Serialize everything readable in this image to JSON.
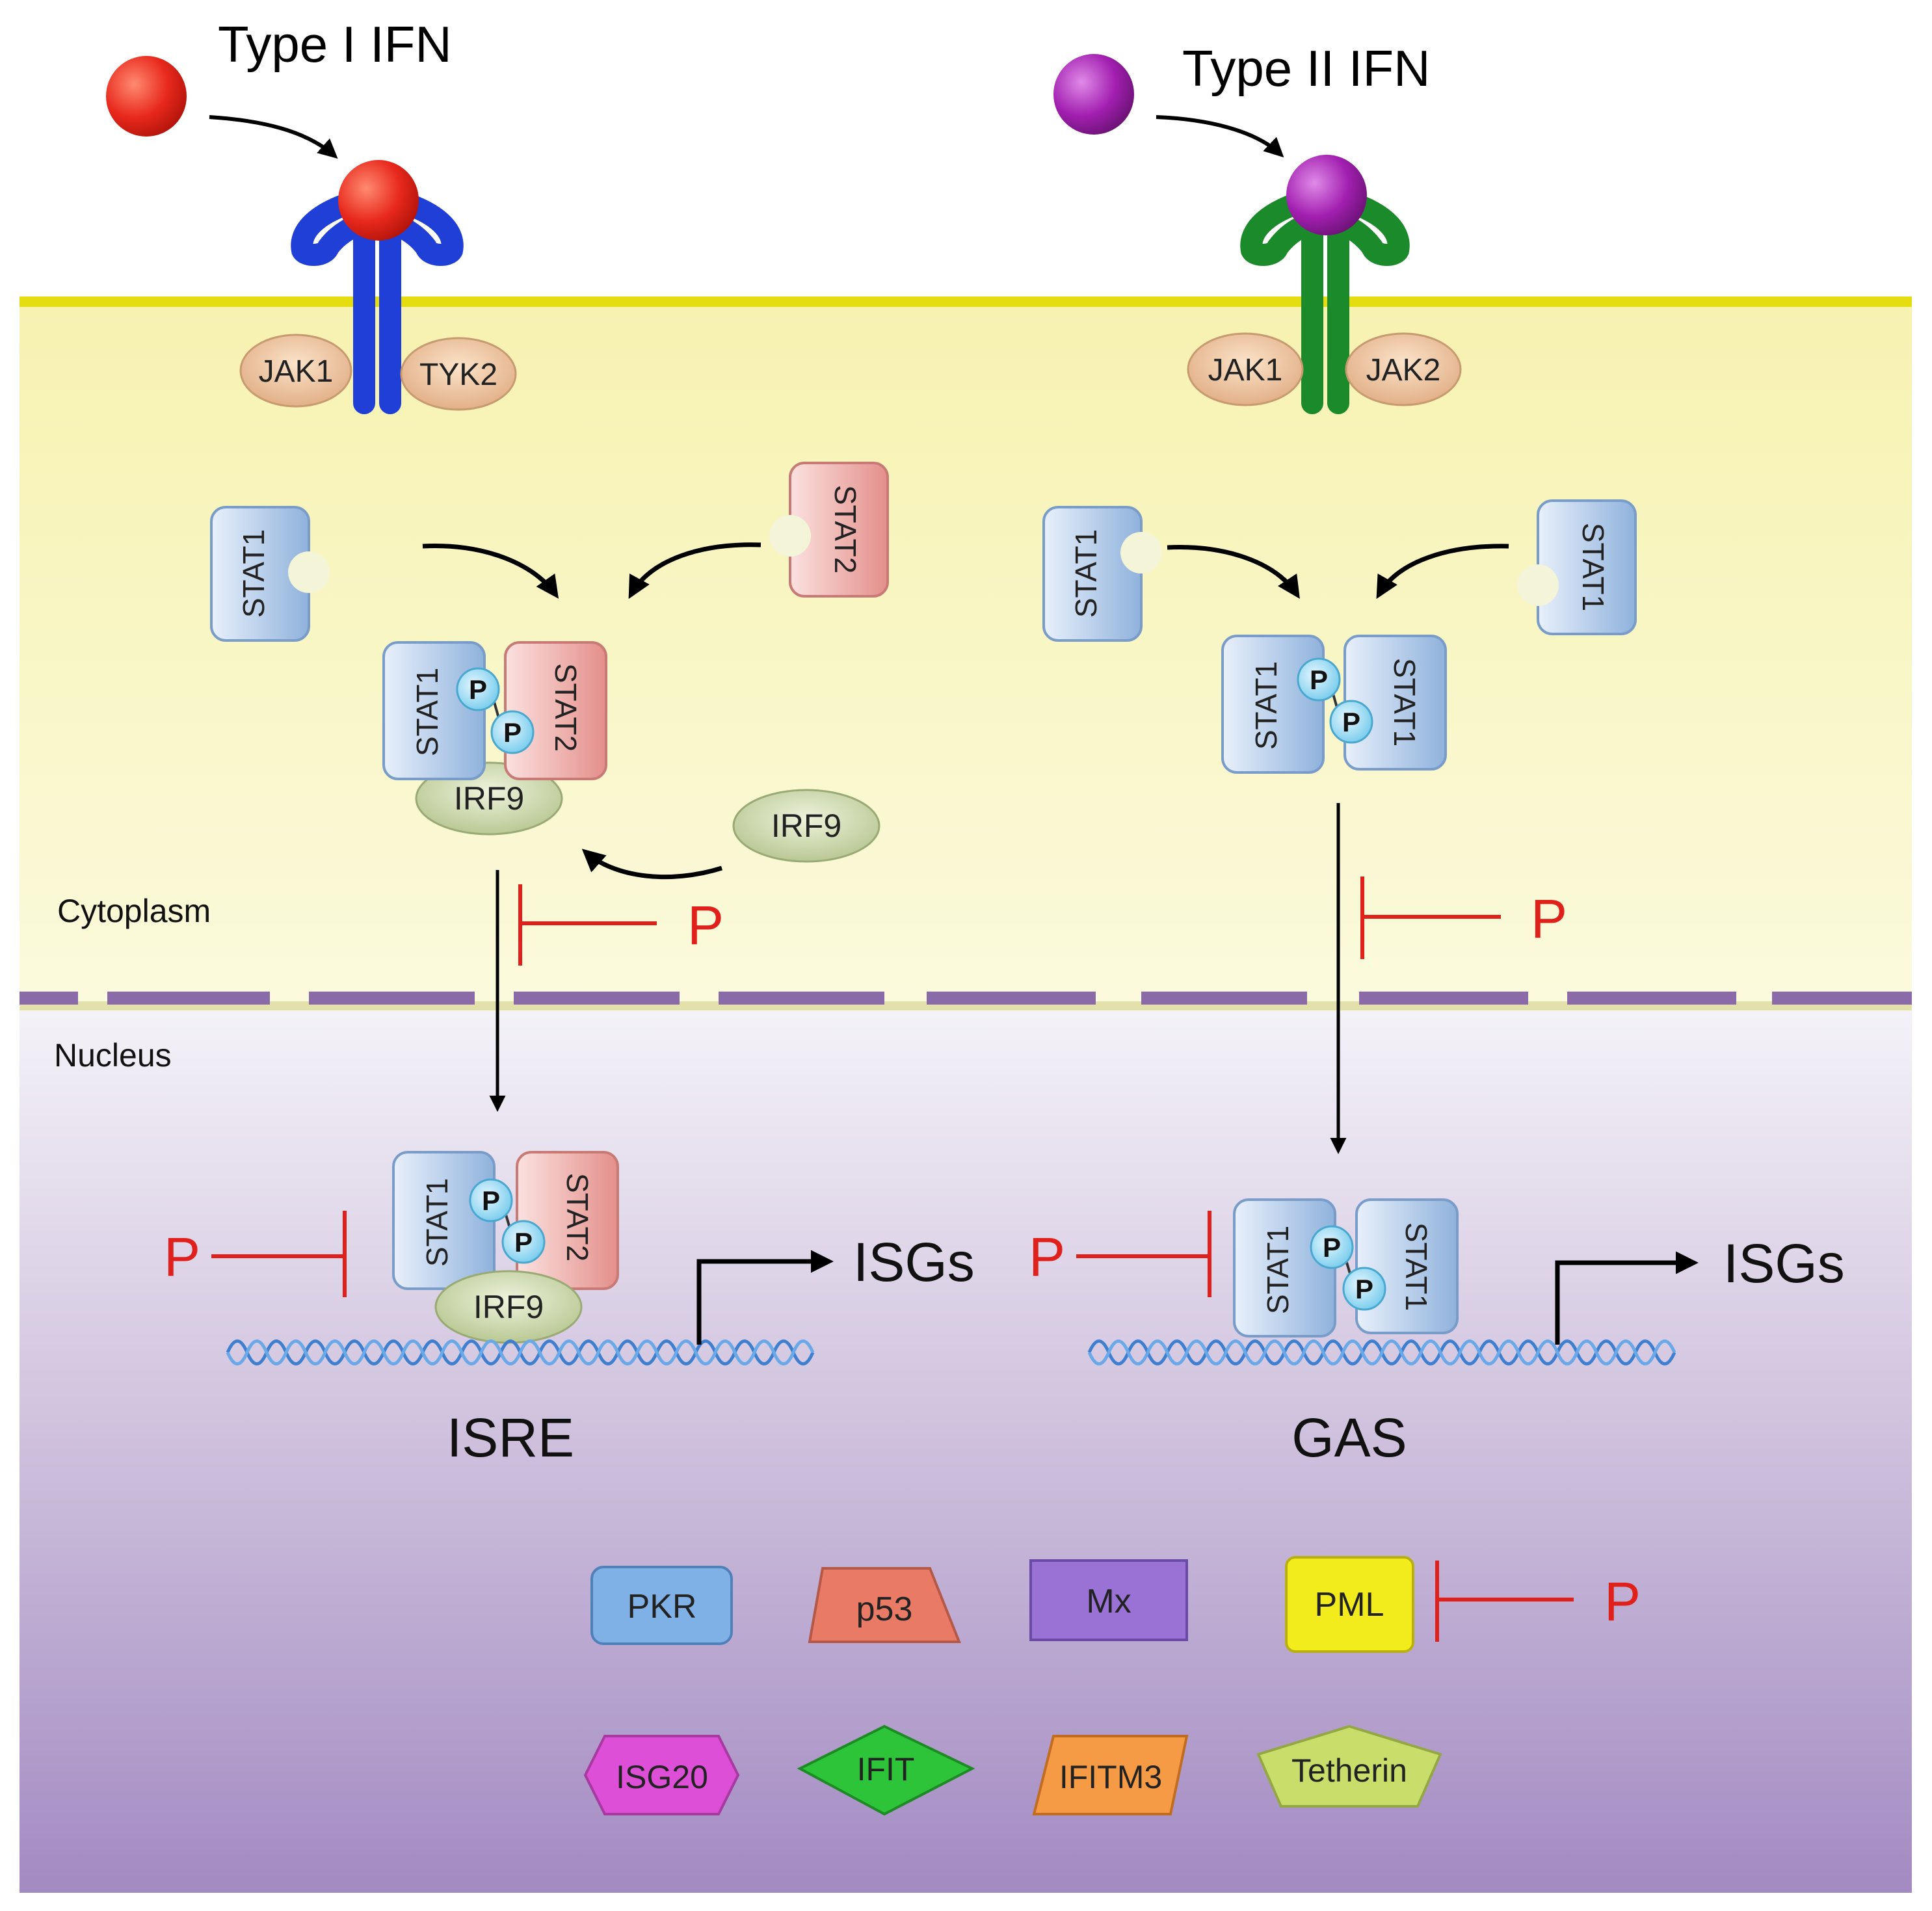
{
  "ligands": {
    "type1": {
      "label": "Type I IFN",
      "color": "#e8281c"
    },
    "type2": {
      "label": "Type II IFN",
      "color": "#a21fb0"
    }
  },
  "receptors": {
    "type1": {
      "color": "#1f3fd6",
      "kinase_left": "JAK1",
      "kinase_right": "TYK2"
    },
    "type2": {
      "color": "#1a8a2a",
      "kinase_left": "JAK1",
      "kinase_right": "JAK2"
    }
  },
  "compartments": {
    "cytoplasm": "Cytoplasm",
    "nucleus": "Nucleus",
    "membrane_color": "#e6dd10",
    "nuclear_envelope_color": "#8a6aa8"
  },
  "proteins": {
    "stat1": "STAT1",
    "stat2": "STAT2",
    "irf9": "IRF9",
    "phospho": "P"
  },
  "inhibitor": {
    "label": "P",
    "color": "#e0201a"
  },
  "promoters": {
    "isre": "ISRE",
    "gas": "GAS",
    "output": "ISGs"
  },
  "isg_products": [
    {
      "label": "PKR",
      "shape": "rounded-rect",
      "color": "#7fb0e6"
    },
    {
      "label": "p53",
      "shape": "trapezoid",
      "color": "#e87a66"
    },
    {
      "label": "Mx",
      "shape": "rect",
      "color": "#9a72d6"
    },
    {
      "label": "PML",
      "shape": "rounded-rect",
      "color": "#f2ec1c"
    },
    {
      "label": "ISG20",
      "shape": "hexagon",
      "color": "#dd4fd6"
    },
    {
      "label": "IFIT",
      "shape": "diamond",
      "color": "#2ec43a"
    },
    {
      "label": "IFITM3",
      "shape": "parallelogram",
      "color": "#f59a45"
    },
    {
      "label": "Tetherin",
      "shape": "pentagon",
      "color": "#c9dd6a"
    }
  ],
  "pml_inhibitor_label": "P"
}
